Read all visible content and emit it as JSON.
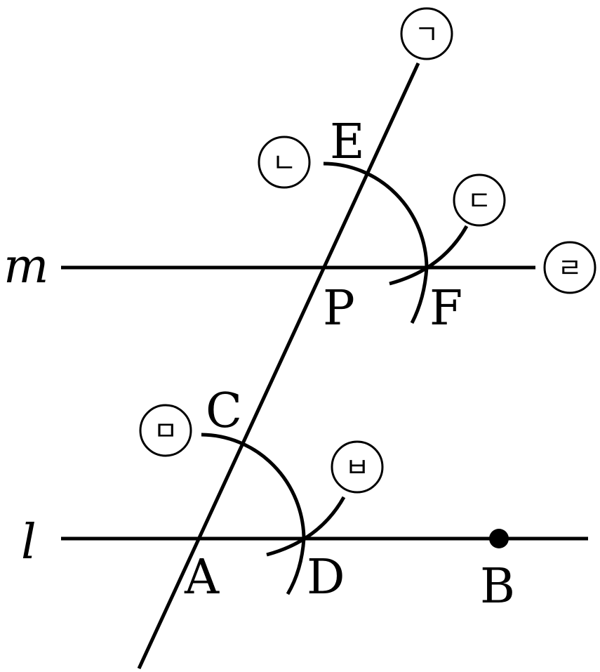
{
  "lines": {
    "m": "m",
    "l": "l"
  },
  "points": {
    "A": "A",
    "B": "B",
    "C": "C",
    "D": "D",
    "E": "E",
    "F": "F",
    "P": "P"
  },
  "steps": {
    "s1": "ㄱ",
    "s2": "ㄴ",
    "s3": "ㄷ",
    "s4": "ㄹ",
    "s5": "ㅁ",
    "s6": "ㅂ"
  },
  "colors": {
    "ink": "#000000",
    "background": "#ffffff"
  }
}
